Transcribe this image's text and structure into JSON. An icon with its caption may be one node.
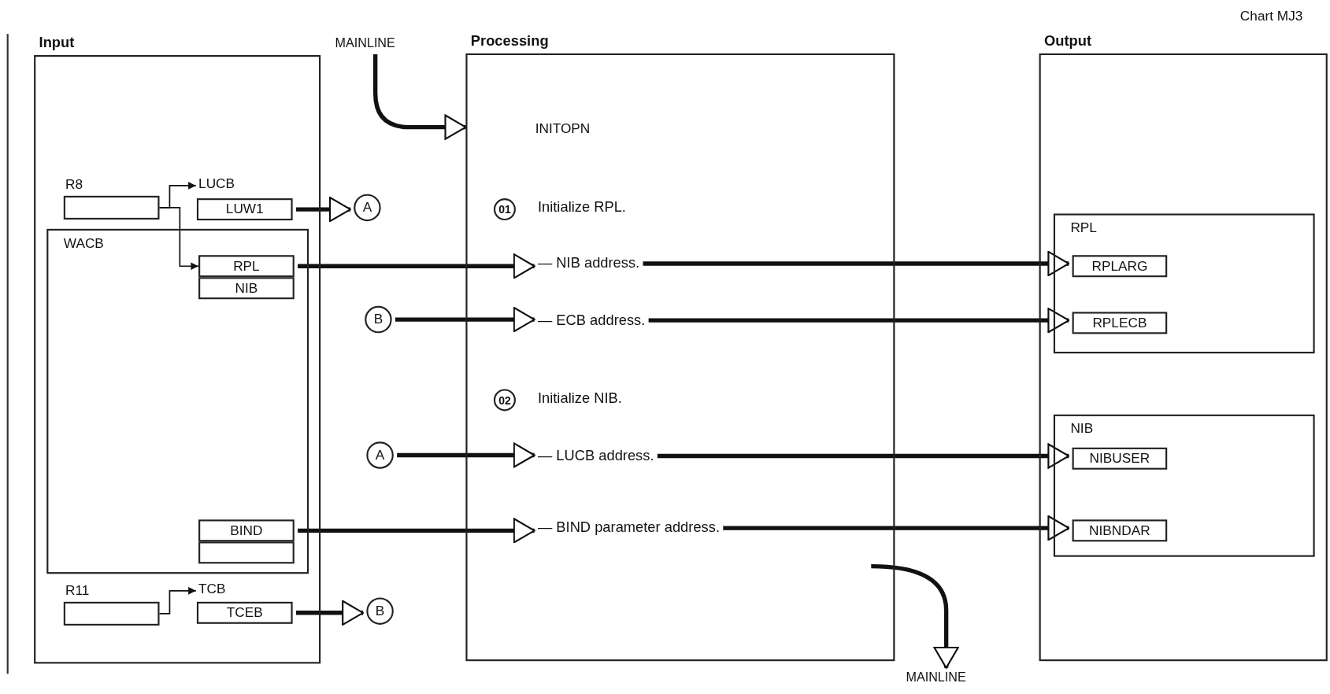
{
  "diagram": {
    "nodes": [
      {
        "text": [
          "Input"
        ]
      },
      {
        "text": [
          "R8"
        ],
        "in": 0
      },
      {
        "text": [
          "LUCB"
        ],
        "in": 0
      },
      {
        "text": [
          "LUW1"
        ],
        "in": 2
      },
      {
        "text": [
          "A"
        ]
      },
      {
        "text": [
          "WACB"
        ],
        "in": 0
      },
      {
        "text": [
          "RPL"
        ],
        "in": 5
      },
      {
        "text": [
          "NIB"
        ],
        "in": 5
      },
      {
        "text": [
          "BIND"
        ],
        "in": 5
      },
      {
        "text": [],
        "shape": "box",
        "in": 5
      },
      {
        "text": [
          "R11"
        ],
        "in": 0
      },
      {
        "text": [
          "TCB"
        ],
        "in": 0
      },
      {
        "text": [
          "TCEB"
        ],
        "in": 11
      },
      {
        "text": [
          "B"
        ]
      },
      {
        "text": [
          "MAINLINE"
        ]
      },
      {
        "text": [
          "Processing",
          "INITOPN"
        ]
      },
      {
        "text": [
          "01"
        ],
        "beside": [
          "Initialize RPL."
        ],
        "in": 15
      },
      {
        "text": [
          "— NIB address."
        ],
        "in": 15
      },
      {
        "text": [
          "— ECB address."
        ],
        "in": 15
      },
      {
        "text": [
          "02"
        ],
        "beside": [
          "Initialize NIB."
        ],
        "in": 15
      },
      {
        "text": [
          "— LUCB address."
        ],
        "in": 15
      },
      {
        "text": [
          "— BIND parameter address."
        ],
        "in": 15
      },
      {
        "text": [
          "B"
        ]
      },
      {
        "text": [
          "A"
        ]
      },
      {
        "text": [
          "MAINLINE"
        ]
      },
      {
        "text": [
          "Output"
        ]
      },
      {
        "text": [
          "RPL"
        ],
        "in": 25
      },
      {
        "text": [
          "RPLARG"
        ],
        "in": 26
      },
      {
        "text": [
          "RPLECB"
        ],
        "in": 26
      },
      {
        "text": [
          "NIB"
        ],
        "in": 25
      },
      {
        "text": [
          "NIBUSER"
        ],
        "in": 29
      },
      {
        "text": [
          "NIBNDAR"
        ],
        "in": 29
      }
    ],
    "edges": [
      {
        "from": 1,
        "to": 2,
        "arrow": "to"
      },
      {
        "from": 1,
        "to": 6,
        "arrow": "to"
      },
      {
        "from": 10,
        "to": 11,
        "arrow": "to"
      },
      {
        "from": 3,
        "to": 4,
        "arrow": "to"
      },
      {
        "from": 12,
        "to": 13,
        "arrow": "to"
      },
      {
        "from": 14,
        "to": 15,
        "arrow": "to"
      },
      {
        "from": 6,
        "to": 17,
        "arrow": "to"
      },
      {
        "from": 22,
        "to": 18,
        "arrow": "to"
      },
      {
        "from": 23,
        "to": 20,
        "arrow": "to"
      },
      {
        "from": 8,
        "to": 21,
        "arrow": "to"
      },
      {
        "from": 17,
        "to": 27,
        "arrow": "to"
      },
      {
        "from": 18,
        "to": 28,
        "arrow": "to"
      },
      {
        "from": 20,
        "to": 30,
        "arrow": "to"
      },
      {
        "from": 21,
        "to": 31,
        "arrow": "to"
      },
      {
        "from": 15,
        "to": 24,
        "arrow": "to"
      }
    ],
    "labels": [
      "Chart MJ3"
    ]
  }
}
